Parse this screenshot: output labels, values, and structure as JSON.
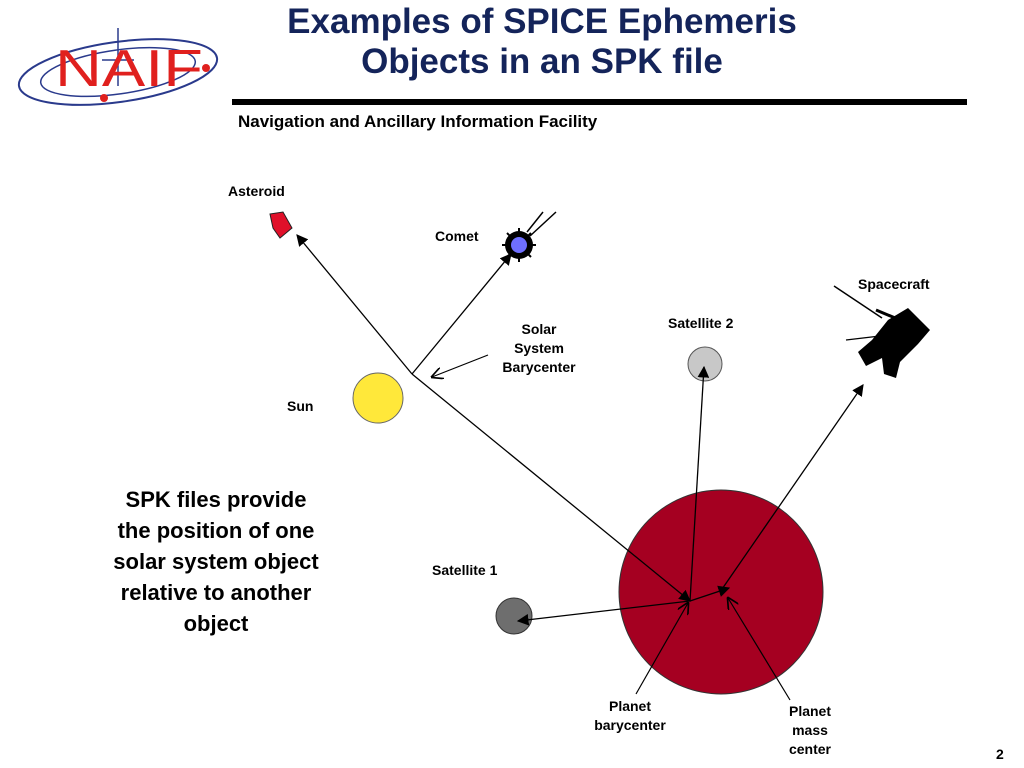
{
  "logo": {
    "text": "NAIF"
  },
  "header": {
    "title_line1": "Examples of SPICE Ephemeris",
    "title_line2": "Objects in an SPK file",
    "subtitle": "Navigation and Ancillary Information Facility"
  },
  "labels": {
    "asteroid": "Asteroid",
    "comet": "Comet",
    "spacecraft": "Spacecraft",
    "satellite2": "Satellite 2",
    "ssb_line1": "Solar",
    "ssb_line2": "System",
    "ssb_line3": "Barycenter",
    "sun": "Sun",
    "satellite1": "Satellite 1",
    "planet_bary_line1": "Planet",
    "planet_bary_line2": "barycenter",
    "planet_mass_line1": "Planet",
    "planet_mass_line2": "mass",
    "planet_mass_line3": "center"
  },
  "note": {
    "line1": "SPK files provide",
    "line2": "the position of one",
    "line3": "solar system object",
    "line4": "relative to another",
    "line5": "object"
  },
  "page_number": "2",
  "colors": {
    "title": "#14245a",
    "logo_red": "#e0201e",
    "logo_blue": "#2a3a8c",
    "planet": "#a50021",
    "sun": "#ffe83a",
    "satellite1": "#6e6e6e",
    "satellite2": "#c8c8c8",
    "asteroid": "#e0102a",
    "comet": "#6f6fff"
  }
}
